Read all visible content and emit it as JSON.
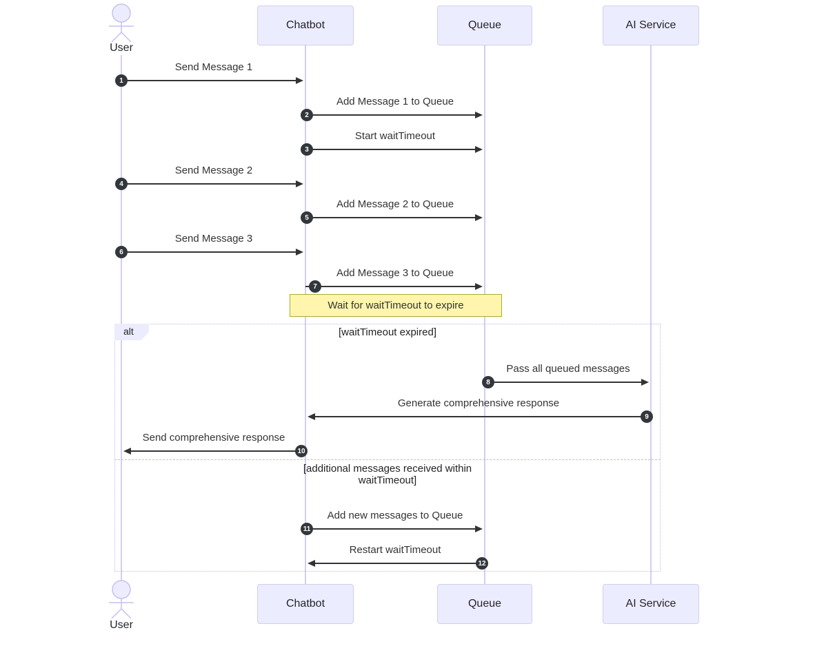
{
  "actors": [
    {
      "label": "User",
      "type": "actor"
    },
    {
      "label": "Chatbot",
      "type": "participant"
    },
    {
      "label": "Queue",
      "type": "participant"
    },
    {
      "label": "AI Service",
      "type": "participant"
    }
  ],
  "messages": [
    {
      "num": "1",
      "label": "Send Message 1",
      "from": "User",
      "to": "Chatbot"
    },
    {
      "num": "2",
      "label": "Add Message 1 to Queue",
      "from": "Chatbot",
      "to": "Queue"
    },
    {
      "num": "3",
      "label": "Start waitTimeout",
      "from": "Chatbot",
      "to": "Queue"
    },
    {
      "num": "4",
      "label": "Send Message 2",
      "from": "User",
      "to": "Chatbot"
    },
    {
      "num": "5",
      "label": "Add Message 2 to Queue",
      "from": "Chatbot",
      "to": "Queue"
    },
    {
      "num": "6",
      "label": "Send Message 3",
      "from": "User",
      "to": "Chatbot"
    },
    {
      "num": "7",
      "label": "Add Message 3 to Queue",
      "from": "Chatbot",
      "to": "Queue"
    },
    {
      "num": "8",
      "label": "Pass all queued messages",
      "from": "Queue",
      "to": "AI Service"
    },
    {
      "num": "9",
      "label": "Generate comprehensive response",
      "from": "AI Service",
      "to": "Chatbot"
    },
    {
      "num": "10",
      "label": "Send comprehensive response",
      "from": "Chatbot",
      "to": "User"
    },
    {
      "num": "11",
      "label": "Add new messages to Queue",
      "from": "Chatbot",
      "to": "Queue"
    },
    {
      "num": "12",
      "label": "Restart waitTimeout",
      "from": "Queue",
      "to": "Chatbot"
    }
  ],
  "note": {
    "label": "Wait for waitTimeout to expire"
  },
  "alt_frame": {
    "label": "alt",
    "condition_1": "[waitTimeout expired]",
    "condition_2": "[additional messages received within waitTimeout]"
  },
  "colors": {
    "actor_fill": "#ECECFF",
    "actor_border": "#cfcfec",
    "lifeline": "#d4ccf0",
    "arrow": "#333333",
    "sequence_number_bg": "#32373c",
    "note_fill": "#fff5ad",
    "note_border": "#aaaa33",
    "frame_border": "#bfb7ea",
    "text": "#333333"
  }
}
